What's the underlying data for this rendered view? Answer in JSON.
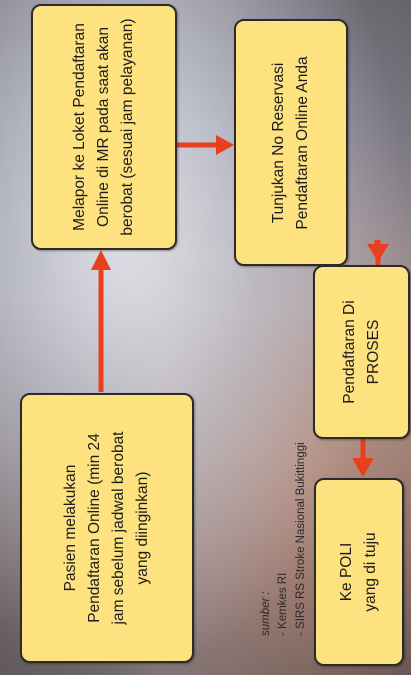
{
  "flow": {
    "step1": [
      "Pasien melakukan",
      "Pendaftaran Online (min 24",
      "jam sebelum jadwal berobat",
      "yang diinginkan)"
    ],
    "step2": [
      "Melapor ke Loket Pendaftaran",
      "Online di MR pada saat akan",
      "berobat (sesuai jam pelayanan)"
    ],
    "step3": [
      "Tunjukan No Reservasi",
      "Pendaftaran Online Anda"
    ],
    "step4": [
      "Pendaftaran Di",
      "PROSES"
    ],
    "step5": [
      "Ke POLI",
      "yang di tuju"
    ]
  },
  "source": {
    "heading": "sumber :",
    "items": [
      "- Kemkes RI",
      "- SIRS RS Stroke Nasional Bukittinggi"
    ]
  },
  "colors": {
    "box_fill": "#fde27f",
    "arrow": "#e8401f"
  }
}
